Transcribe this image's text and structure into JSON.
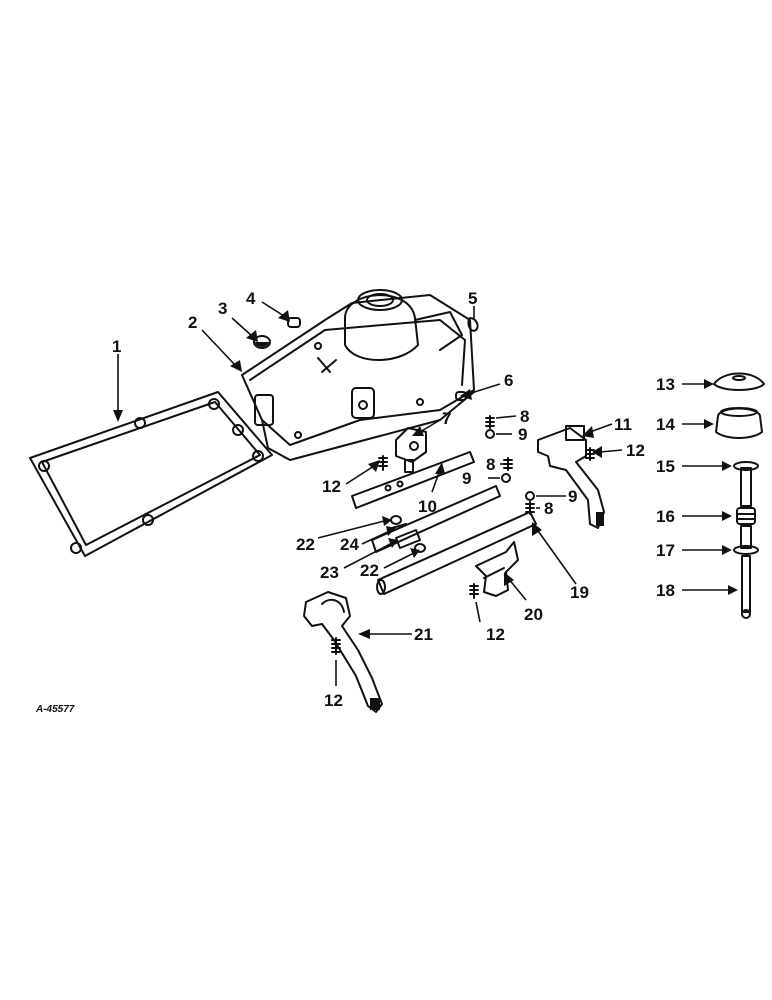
{
  "drawing_ref": "A-45577",
  "callouts": [
    "1",
    "2",
    "3",
    "4",
    "5",
    "6",
    "7",
    "8",
    "9",
    "10",
    "11",
    "12",
    "13",
    "14",
    "15",
    "16",
    "17",
    "18",
    "19",
    "20",
    "21",
    "22",
    "23",
    "24"
  ]
}
